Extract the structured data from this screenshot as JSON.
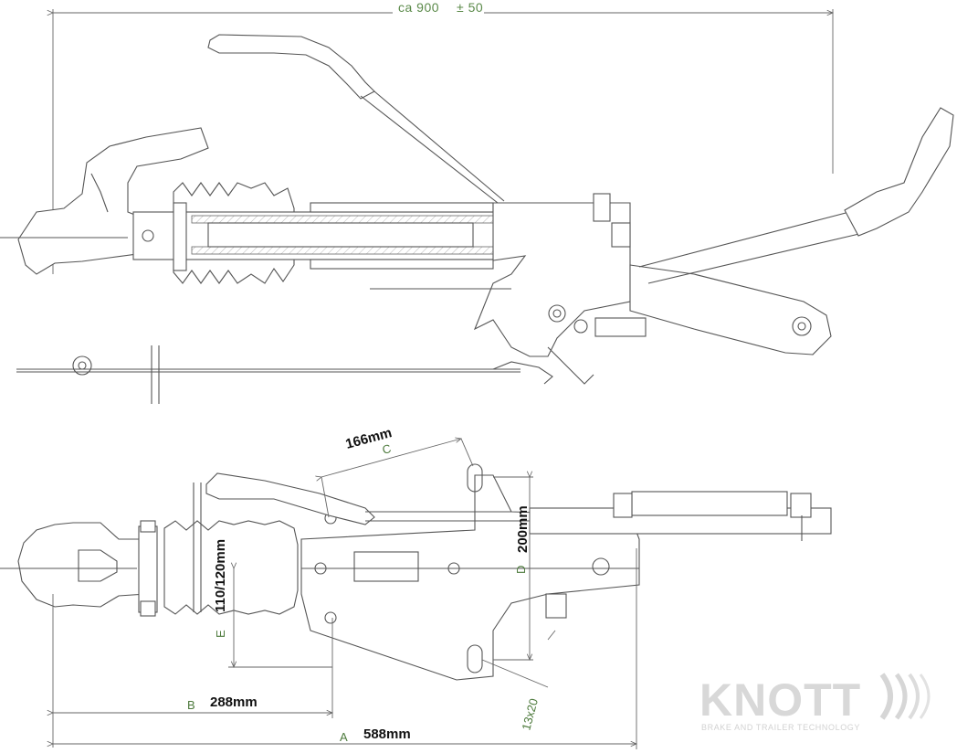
{
  "top_view": {
    "overall_dim": "ca 900",
    "overall_tol": "± 50"
  },
  "plan_view": {
    "dimensions": [
      {
        "letter": "C",
        "value": "166mm"
      },
      {
        "letter": "D",
        "value": "200mm"
      },
      {
        "letter": "E",
        "value": "110/120mm"
      },
      {
        "letter": "B",
        "value": "288mm"
      },
      {
        "letter": "A",
        "value": "588mm"
      }
    ],
    "slot_note": "13x20"
  },
  "logo": {
    "brand": "KNOTT",
    "tagline": "BRAKE AND TRAILER TECHNOLOGY"
  }
}
